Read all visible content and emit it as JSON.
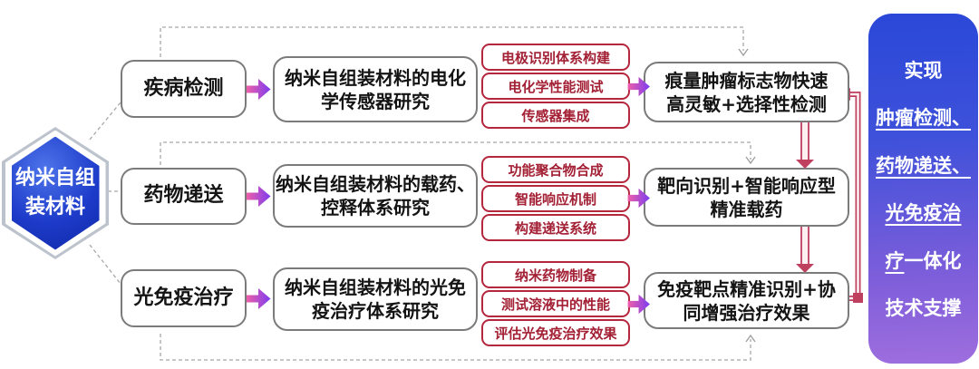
{
  "root": {
    "label": "纳米自组\n装材料"
  },
  "rows": [
    {
      "category": "疾病检测",
      "research": "纳米自组装材料的电化\n学传感器研究",
      "steps": [
        "电极识别体系构建",
        "电化学性能测试",
        "传感器集成"
      ],
      "outcome": "痕量肿瘤标志物快速\n高灵敏+选择性检测"
    },
    {
      "category": "药物递送",
      "research": "纳米自组装材料的载药、\n控释体系研究",
      "steps": [
        "功能聚合物合成",
        "智能响应机制",
        "构建递送系统"
      ],
      "outcome": "靶向识别+智能响应型\n精准载药"
    },
    {
      "category": "光免疫治疗",
      "research": "纳米自组装材料的光免\n疫治疗体系研究",
      "steps": [
        "纳米药物制备",
        "测试溶液中的性能",
        "评估光免疫治疗效果"
      ],
      "outcome": "免疫靶点精准识别+协\n同增强治疗效果"
    }
  ],
  "summary": {
    "line1": "实现",
    "u1": "肿瘤检测、",
    "u2": "药物递送、",
    "u3": "光免疫治",
    "u4": "疗",
    "rest1": "一体化",
    "rest2": "技术支撑"
  },
  "colors": {
    "hexagon_blue_dark": "#0f28a6",
    "hexagon_blue_light": "#4d74ea",
    "box_border_gray": "#7b7b7b",
    "step_border_red": "#b5273d",
    "step_text_red": "#a32035",
    "arrow_gradient_pink": "#ee5fa8",
    "arrow_gradient_purple": "#7c3cf0",
    "feedback_arrow_red": "#bf3f5e",
    "dashed_line_gray": "#a8a8a8",
    "panel_gradient_top": "#2a48d8",
    "panel_gradient_bottom": "#9e6ede"
  }
}
